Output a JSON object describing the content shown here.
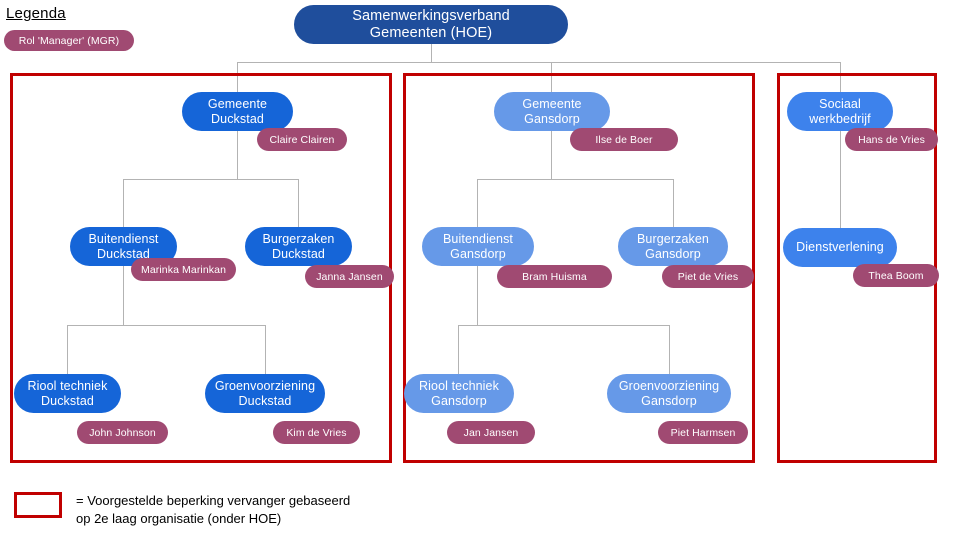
{
  "legend": {
    "title": "Legenda",
    "role_badge": "Rol 'Manager' (MGR)",
    "note": "= Voorgestelde beperking vervanger gebaseerd\nop 2e laag organisatie (onder HOE)",
    "swatch_name": "red-outline-box"
  },
  "colors": {
    "root_blue": "#1f4e9c",
    "dark_blue": "#1565d8",
    "mid_blue": "#3d82ec",
    "light_blue": "#6699e8",
    "manager_purple": "#a04a72",
    "group_red": "#c00000",
    "connector_gray": "#b3b3b3"
  },
  "chart_data": {
    "type": "diagram",
    "title": "Samenwerkingsverband Gemeenten (HOE) organogram",
    "root": {
      "label": "Samenwerkingsverband\nGemeenten (HOE)"
    },
    "groups": [
      {
        "name": "group-duckstad"
      },
      {
        "name": "group-gansdorp"
      },
      {
        "name": "group-sociaal-werkbedrijf"
      }
    ],
    "nodes": [
      {
        "id": "gemeente-duckstad",
        "label": "Gemeente\nDuckstad",
        "manager": "Claire Clairen"
      },
      {
        "id": "buitendienst-duckstad",
        "label": "Buitendienst\nDuckstad",
        "manager": "Marinka Marinkan"
      },
      {
        "id": "burgerzaken-duckstad",
        "label": "Burgerzaken\nDuckstad",
        "manager": "Janna Jansen"
      },
      {
        "id": "riool-techniek-duckstad",
        "label": "Riool techniek\nDuckstad",
        "manager": "John Johnson"
      },
      {
        "id": "groenvoorziening-duckstad",
        "label": "Groenvoorziening\nDuckstad",
        "manager": "Kim de Vries"
      },
      {
        "id": "gemeente-gansdorp",
        "label": "Gemeente\nGansdorp",
        "manager": "Ilse de Boer"
      },
      {
        "id": "buitendienst-gansdorp",
        "label": "Buitendienst\nGansdorp",
        "manager": "Bram Huisma"
      },
      {
        "id": "burgerzaken-gansdorp",
        "label": "Burgerzaken\nGansdorp",
        "manager": "Piet de Vries"
      },
      {
        "id": "riool-techniek-gansdorp",
        "label": "Riool techniek\nGansdorp",
        "manager": "Jan Jansen"
      },
      {
        "id": "groenvoorziening-gansdorp",
        "label": "Groenvoorziening\nGansdorp",
        "manager": "Piet Harmsen"
      },
      {
        "id": "sociaal-werkbedrijf",
        "label": "Sociaal\nwerkbedrijf",
        "manager": "Hans de Vries"
      },
      {
        "id": "dienstverlening",
        "label": "Dienstverlening",
        "manager": "Thea Boom"
      }
    ],
    "edges": [
      [
        "root",
        "gemeente-duckstad"
      ],
      [
        "root",
        "gemeente-gansdorp"
      ],
      [
        "root",
        "sociaal-werkbedrijf"
      ],
      [
        "gemeente-duckstad",
        "buitendienst-duckstad"
      ],
      [
        "gemeente-duckstad",
        "burgerzaken-duckstad"
      ],
      [
        "buitendienst-duckstad",
        "riool-techniek-duckstad"
      ],
      [
        "buitendienst-duckstad",
        "groenvoorziening-duckstad"
      ],
      [
        "gemeente-gansdorp",
        "buitendienst-gansdorp"
      ],
      [
        "gemeente-gansdorp",
        "burgerzaken-gansdorp"
      ],
      [
        "buitendienst-gansdorp",
        "riool-techniek-gansdorp"
      ],
      [
        "buitendienst-gansdorp",
        "groenvoorziening-gansdorp"
      ],
      [
        "sociaal-werkbedrijf",
        "dienstverlening"
      ]
    ]
  }
}
